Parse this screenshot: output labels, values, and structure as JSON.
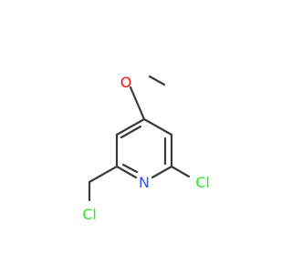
{
  "molecule": {
    "atoms": {
      "oxygen": {
        "text": "O",
        "color": "#ff0d0d"
      },
      "nitrogen": {
        "text": "N",
        "color": "#3050f8"
      },
      "ring_chlorine": {
        "text": "Cl",
        "color": "#1ff01f"
      },
      "methyl_chlorine": {
        "text": "Cl",
        "color": "#1ff01f"
      }
    },
    "bond_color": "#3a3a3a"
  }
}
